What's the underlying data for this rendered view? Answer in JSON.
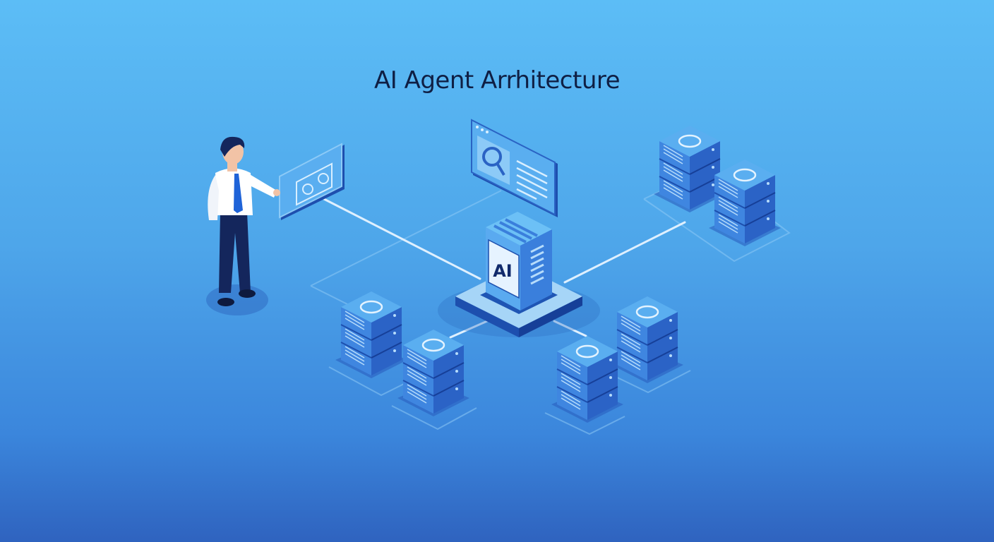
{
  "title": "AI Agent Arrhitecture",
  "central_node": {
    "label": "AI"
  },
  "colors": {
    "background_top": "#5cbdf6",
    "background_bottom": "#2f63bf",
    "title": "#0f1f44",
    "server_top": "#5aaef0",
    "server_left": "#3f86e0",
    "server_right": "#2b63c6",
    "connector": "#d6ecff"
  },
  "icons": [
    "person",
    "holographic-screen",
    "search-window",
    "ai-server",
    "server-stack"
  ]
}
